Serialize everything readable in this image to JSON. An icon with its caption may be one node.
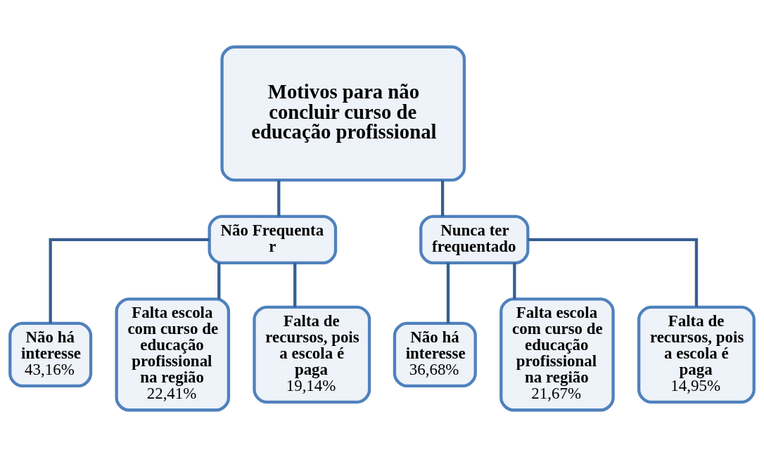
{
  "diagram": {
    "nodes": [
      {
        "text": [
          "Motivos para não concluir curso de educação profissional"
        ]
      },
      {
        "text": [
          "Não Frequenta r"
        ]
      },
      {
        "text": [
          "Nunca ter frequentado"
        ]
      },
      {
        "text": [
          "Não há interesse",
          "43,16%"
        ]
      },
      {
        "text": [
          "Falta escola com curso de educação profissional na região",
          "22,41%"
        ]
      },
      {
        "text": [
          "Falta de recursos, pois a escola é paga",
          "19,14%"
        ]
      },
      {
        "text": [
          "Não há interesse",
          "36,68%"
        ]
      },
      {
        "text": [
          "Falta escola com curso de educação profissional na região",
          "21,67%"
        ]
      },
      {
        "text": [
          "Falta de recursos, pois a escola é paga",
          "14,95%"
        ]
      }
    ],
    "edges": [
      {
        "from": 0,
        "to": 1,
        "arrow": "none"
      },
      {
        "from": 0,
        "to": 2,
        "arrow": "none"
      },
      {
        "from": 1,
        "to": 3,
        "arrow": "none"
      },
      {
        "from": 1,
        "to": 4,
        "arrow": "none"
      },
      {
        "from": 1,
        "to": 5,
        "arrow": "none"
      },
      {
        "from": 2,
        "to": 6,
        "arrow": "none"
      },
      {
        "from": 2,
        "to": 7,
        "arrow": "none"
      },
      {
        "from": 2,
        "to": 8,
        "arrow": "none"
      }
    ]
  }
}
